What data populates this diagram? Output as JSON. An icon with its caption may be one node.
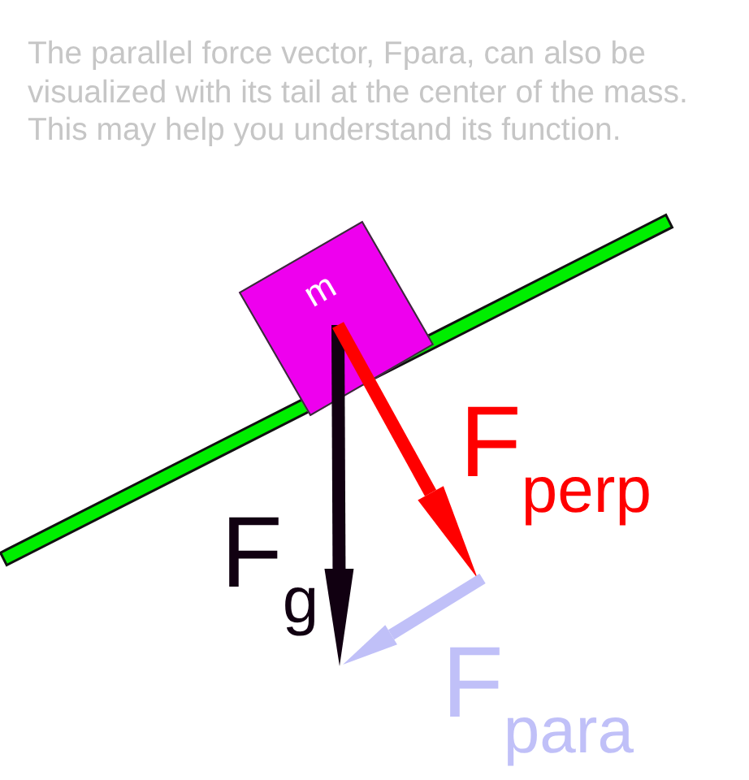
{
  "diagram": {
    "title": "The parallel force vector, Fpara, can also be visualized with its tail at the center of the mass. This may help you understand its function.",
    "nodes": [
      {
        "text": [
          "m"
        ]
      }
    ],
    "labels": [
      "F$_{g}$",
      "F$_{perp}$",
      "F$_{para}$"
    ]
  }
}
